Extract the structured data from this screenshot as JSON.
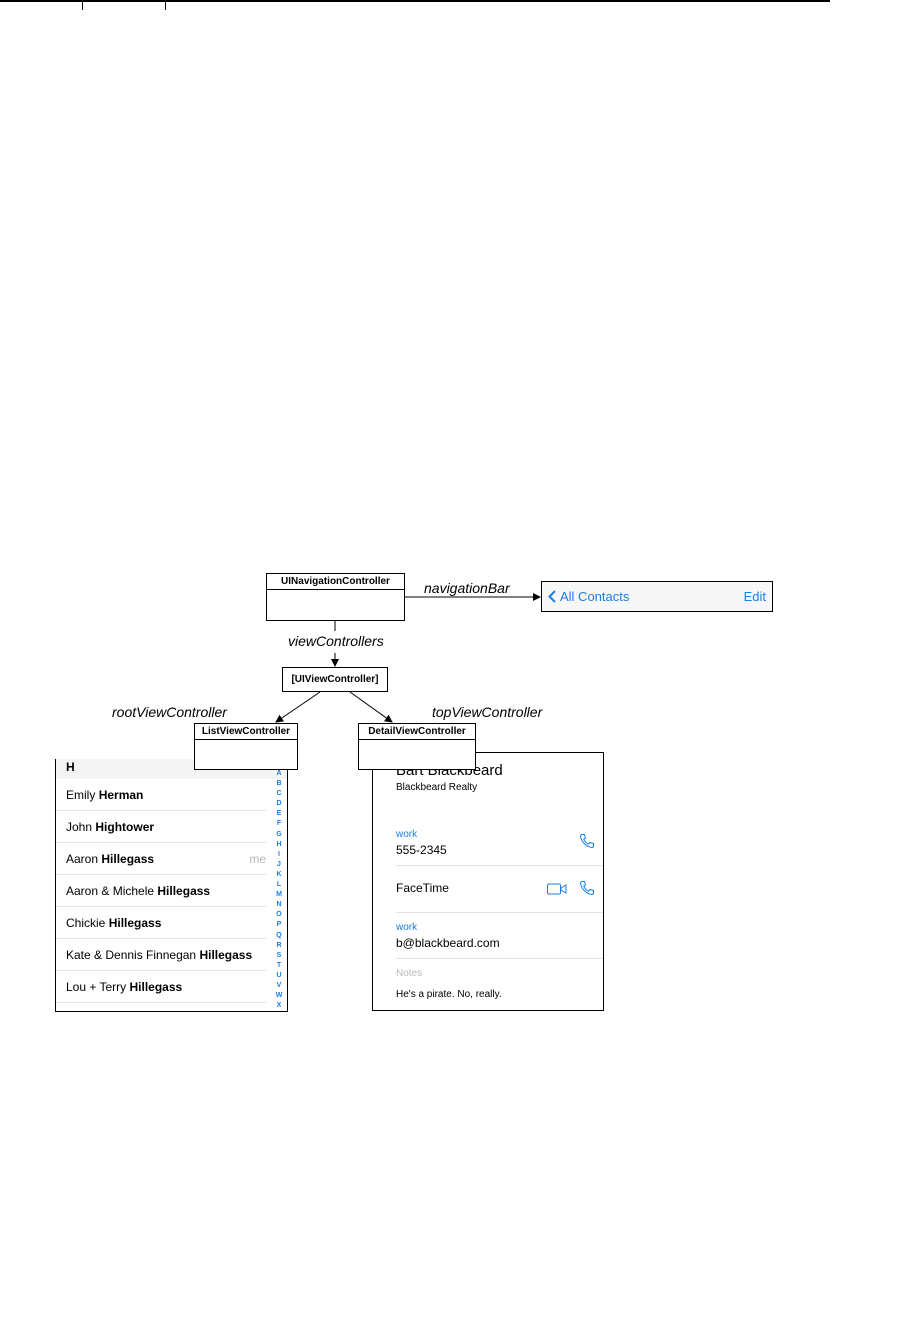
{
  "diagram": {
    "nodes": {
      "nav_controller": "UINavigationController",
      "view_controllers_array": "[UIViewController]",
      "list_controller": "ListViewController",
      "detail_controller": "DetailViewController"
    },
    "edge_labels": {
      "navigation_bar": "navigationBar",
      "view_controllers": "viewControllers",
      "root_view_controller": "rootViewController",
      "top_view_controller": "topViewController"
    }
  },
  "navbar": {
    "back_label": "All Contacts",
    "edit_label": "Edit",
    "accent_color": "#1a7ee6"
  },
  "contact_list": {
    "section_header": "H",
    "rows": [
      {
        "first": "Emily",
        "last": "Herman",
        "badge": ""
      },
      {
        "first": "John",
        "last": "Hightower",
        "badge": ""
      },
      {
        "first": "Aaron",
        "last": "Hillegass",
        "badge": "me"
      },
      {
        "first": "Aaron & Michele",
        "last": "Hillegass",
        "badge": ""
      },
      {
        "first": "Chickie",
        "last": "Hillegass",
        "badge": ""
      },
      {
        "first": "Kate & Dennis Finnegan",
        "last": "Hillegass",
        "badge": ""
      },
      {
        "first": "Lou + Terry",
        "last": "Hillegass",
        "badge": ""
      }
    ],
    "index_letters": [
      "A",
      "B",
      "C",
      "D",
      "E",
      "F",
      "G",
      "H",
      "I",
      "J",
      "K",
      "L",
      "M",
      "N",
      "O",
      "P",
      "Q",
      "R",
      "S",
      "T",
      "U",
      "V",
      "W",
      "X"
    ]
  },
  "contact_detail": {
    "name": "Bart Blackbeard",
    "company": "Blackbeard Realty",
    "phone_label": "work",
    "phone_value": "555-2345",
    "facetime_label": "FaceTime",
    "email_label": "work",
    "email_value": "b@blackbeard.com",
    "notes_label": "Notes",
    "notes_value": "He's a pirate. No, really."
  }
}
